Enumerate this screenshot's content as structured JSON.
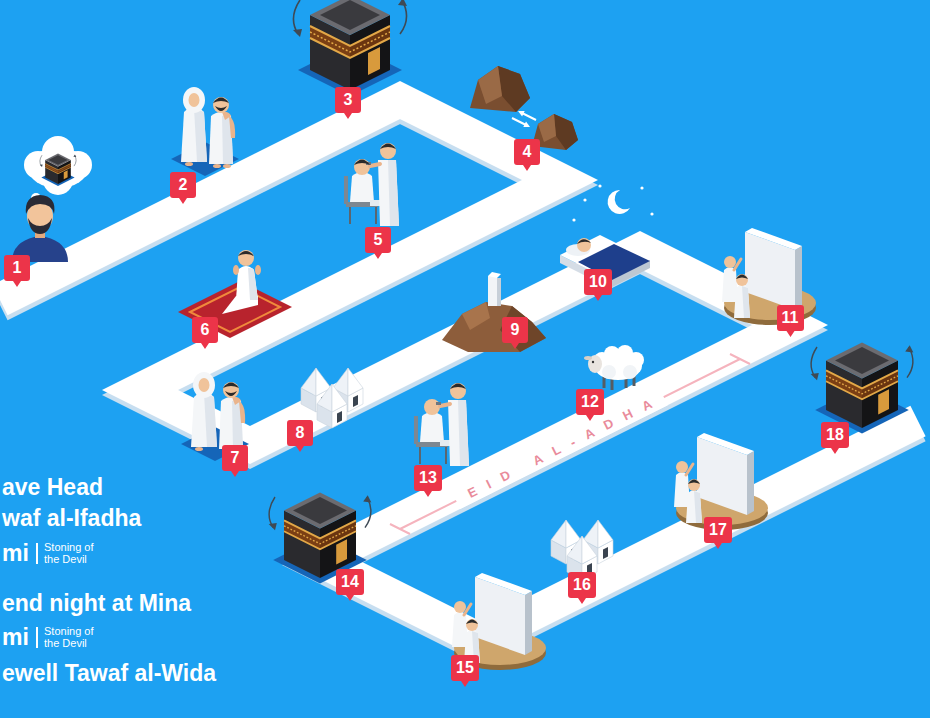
{
  "diagram": {
    "nodes": [
      {
        "text": [
          "1"
        ]
      },
      {
        "text": [
          "2"
        ]
      },
      {
        "text": [
          "3"
        ]
      },
      {
        "text": [
          "4"
        ]
      },
      {
        "text": [
          "5"
        ]
      },
      {
        "text": [
          "6"
        ]
      },
      {
        "text": [
          "7"
        ]
      },
      {
        "text": [
          "8"
        ]
      },
      {
        "text": [
          "9"
        ]
      },
      {
        "text": [
          "10"
        ]
      },
      {
        "text": [
          "11"
        ]
      },
      {
        "text": [
          "12"
        ]
      },
      {
        "text": [
          "13"
        ]
      },
      {
        "text": [
          "14"
        ]
      },
      {
        "text": [
          "15"
        ]
      },
      {
        "text": [
          "16"
        ]
      },
      {
        "text": [
          "17"
        ]
      },
      {
        "text": [
          "18"
        ]
      }
    ],
    "labels": [
      "ave Head",
      "waf al-Ifadha",
      "mi",
      "Stoning of the Devil",
      "end night at Mina",
      "mi",
      "Stoning of the Devil",
      "ewell Tawaf al-Wida",
      "EID AL-ADHA"
    ]
  }
}
